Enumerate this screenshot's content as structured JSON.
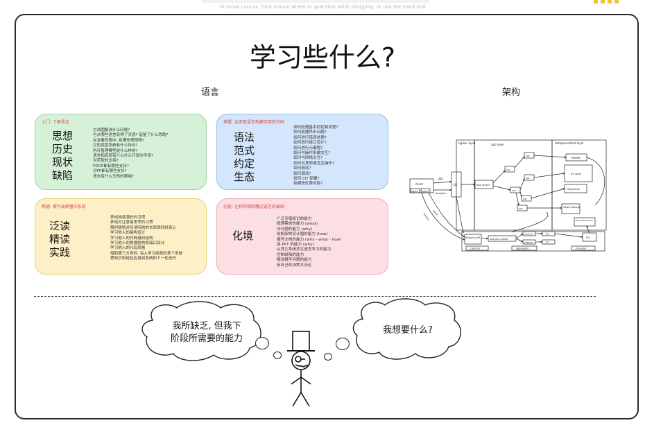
{
  "hint": "To move canvas, hold mouse wheel or spacebar while dragging, or use the hand tool",
  "title": "学习些什么?",
  "section_language": "语言",
  "section_architecture": "架构",
  "cards": [
    {
      "tag": "入门: 了解语言",
      "big": [
        "思想",
        "历史",
        "现状",
        "缺陷"
      ],
      "items": [
        "它试图解决什么问题?",
        "它从哪些语言获得了灵感? 借鉴了什么思路?",
        "在发展历程中, 有哪些里程碑?",
        "它的类型系统有什么特点?",
        "内存管理模型是什么样的?",
        "语言和底层有什么什么开发的手段?",
        "对范型的支持?",
        "FDDP都有哪些支持?",
        "对FP都有哪些支持?",
        "语言有什么天然的限制?"
      ]
    },
    {
      "tag": "掌握: 会使用语言构建可用的代码",
      "big": [
        "语法",
        "范式",
        "约定",
        "生态"
      ],
      "items": [
        "如何处理基本的控制流程?",
        "如何处理异步问题?",
        "如何进行错误处理?",
        "如何进行接口设计?",
        "如何进行元编程?",
        "如何与操作系统交互?",
        "如何与网络交互?",
        "如何与其他语言互操作?",
        "如何测试?",
        "如何调试?",
        "如何 CI? 部署?",
        "有哪些优秀的库?"
      ]
    },
    {
      "tag": "精通: 撰写高质量的系统",
      "big": [
        "泛读",
        "精读",
        "实践"
      ],
      "items": [
        "养成阅读源码的习惯",
        "养成对注意最思考的习惯",
        "随时随地对所读所刷的东西保持好奇心",
        "学习他人的架构设计",
        "学习他人的代码组织结构",
        "学习他人的数据结构和接口设计",
        "学习他人的代码风格",
        "借助第三方资料, 深入学习前面的某个系统",
        "把知识和经验应用到系统的下一轮迭代"
      ]
    },
    {
      "tag": "创造: 让和你相较糟过语言的高阔",
      "big": [
        "化境"
      ],
      "items": [
        "广泛涉猎知识的能力",
        "梳理需求的能力 (what)",
        "问问题的能力 (why)",
        "绘制架构设计图的能力 (how)",
        "撰写文档的能力 (why - what - how)",
        "讲 PPT 的能力 (why)",
        "从其它系统其它语言学习的能力",
        "控制缺陷的能力",
        "解决棘手问题的能力",
        "有自己的决策方法论"
      ]
    }
  ],
  "architecture": {
    "client": "client",
    "agent1": "agent",
    "agent2": "agent",
    "api": "API",
    "analytics_label": "Analytics",
    "lb": "LB",
    "app_server": "app server",
    "svc": "svc",
    "ingress": "ingress layer",
    "app_layer": "app layer",
    "data_layer": "data/persistent layer",
    "rdbms": "RDBMS",
    "kv_store": "KV store",
    "msg_queue": "Msg Queue",
    "object_storage": "Object Storage",
    "analytics_api": "Analytics API",
    "analytics_stream": "analytics stream",
    "streams": "streams",
    "etl": "ETL",
    "data_warehouse": "Data Warehouse",
    "collector": "collector",
    "aggregator": "aggregator",
    "visualizer": "visualizer",
    "trace": "trace",
    "metrics": "metrics"
  },
  "bubble_left": [
    "我所缺乏, 但我下",
    "阶段所需要的能力"
  ],
  "bubble_right": "我想要什么?"
}
